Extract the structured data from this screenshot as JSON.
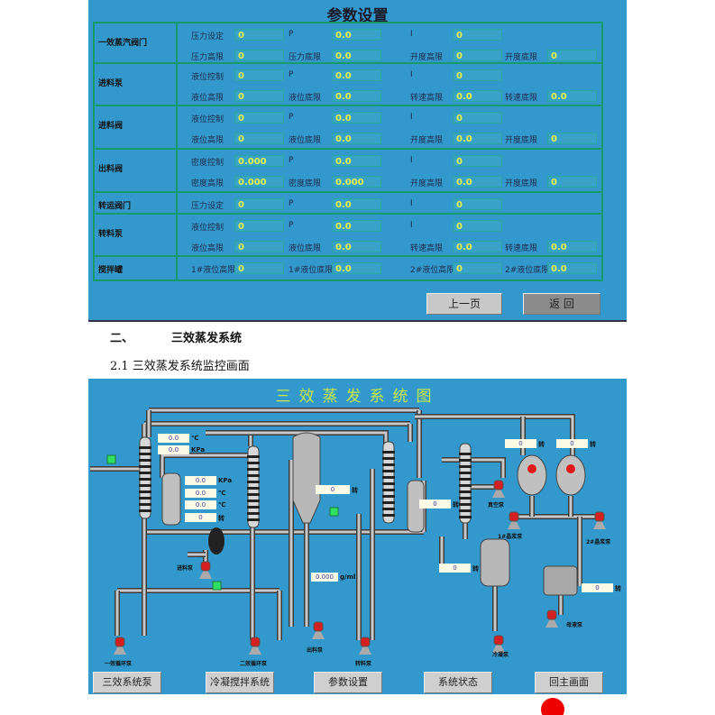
{
  "param_panel": {
    "title": "参数设置",
    "groups": [
      {
        "label": "一效蒸汽阀门",
        "rows": [
          [
            [
              "压力设定",
              "0"
            ],
            [
              "P",
              "0.0"
            ],
            [
              "I",
              "0"
            ]
          ],
          [
            [
              "压力高限",
              "0"
            ],
            [
              "压力底限",
              "0.0"
            ],
            [
              "开度高限",
              "0"
            ],
            [
              "开度底限",
              "0"
            ]
          ]
        ]
      },
      {
        "label": "进料泵",
        "rows": [
          [
            [
              "液位控制",
              "0"
            ],
            [
              "P",
              "0.0"
            ],
            [
              "I",
              "0"
            ]
          ],
          [
            [
              "液位高限",
              "0"
            ],
            [
              "液位底限",
              "0.0"
            ],
            [
              "转速高限",
              "0.0"
            ],
            [
              "转速底限",
              "0.0"
            ]
          ]
        ]
      },
      {
        "label": "进料阀",
        "rows": [
          [
            [
              "液位控制",
              "0"
            ],
            [
              "P",
              "0.0"
            ],
            [
              "I",
              "0"
            ]
          ],
          [
            [
              "液位高限",
              "0"
            ],
            [
              "液位底限",
              "0.0"
            ],
            [
              "开度高限",
              "0.0"
            ],
            [
              "开度底限",
              "0"
            ]
          ]
        ]
      },
      {
        "label": "出料阀",
        "rows": [
          [
            [
              "密度控制",
              "0.000"
            ],
            [
              "P",
              "0.0"
            ],
            [
              "I",
              "0"
            ]
          ],
          [
            [
              "密度高限",
              "0.000"
            ],
            [
              "密度底限",
              "0.000"
            ],
            [
              "开度高限",
              "0.0"
            ],
            [
              "开度底限",
              "0"
            ]
          ]
        ]
      },
      {
        "label": "转运阀门",
        "rows": [
          [
            [
              "压力设定",
              "0"
            ],
            [
              "P",
              "0.0"
            ],
            [
              "I",
              "0"
            ]
          ]
        ]
      },
      {
        "label": "转料泵",
        "rows": [
          [
            [
              "液位控制",
              "0"
            ],
            [
              "P",
              "0.0"
            ],
            [
              "I",
              "0"
            ]
          ],
          [
            [
              "液位高限",
              "0"
            ],
            [
              "液位底限",
              "0.0"
            ],
            [
              "转速高限",
              "0.0"
            ],
            [
              "转速底限",
              "0.0"
            ]
          ]
        ]
      },
      {
        "label": "搅拌罐",
        "rows": [
          [
            [
              "1#液位高限",
              "0"
            ],
            [
              "1#液位底限",
              "0.0"
            ],
            [
              "2#液位高限",
              "0"
            ],
            [
              "2#液位底限",
              "0.0"
            ]
          ]
        ]
      }
    ],
    "prev_button": "上一页",
    "back_button": "返  回"
  },
  "doc": {
    "section_number": "二、",
    "section_title": "三效蒸发系统",
    "subsection": "2.1 三效蒸发系统监控画面"
  },
  "diagram": {
    "title": "三效蒸发系统图",
    "readings": [
      {
        "value": "0.0",
        "unit": "℃"
      },
      {
        "value": "0.0",
        "unit": "KPa"
      },
      {
        "value": "0.0",
        "unit": "KPa"
      },
      {
        "value": "0.0",
        "unit": "℃"
      },
      {
        "value": "0.0",
        "unit": "℃"
      },
      {
        "value": "0",
        "unit": "转"
      },
      {
        "value": "0",
        "unit": "转"
      },
      {
        "value": "0",
        "unit": "转"
      },
      {
        "value": "0",
        "unit": "转"
      },
      {
        "value": "0",
        "unit": "转"
      },
      {
        "value": "0.000",
        "unit": "g/ml"
      },
      {
        "value": "0",
        "unit": "转"
      },
      {
        "value": "0",
        "unit": "转"
      }
    ],
    "pumps": [
      "一效循环泵",
      "二效循环泵",
      "出料泵",
      "转料泵",
      "冷凝泵",
      "母液泵",
      "进料泵",
      "真空泵",
      "1#晶浆泵",
      "2#晶浆泵"
    ],
    "buttons": [
      "三效系统泵",
      "冷凝搅拌系统",
      "参数设置",
      "系统状态",
      "回主画面"
    ],
    "colors": {
      "background": "#3399cc",
      "title": "#c8e84a",
      "pump": "#d42020",
      "valve": "#30e060"
    }
  }
}
